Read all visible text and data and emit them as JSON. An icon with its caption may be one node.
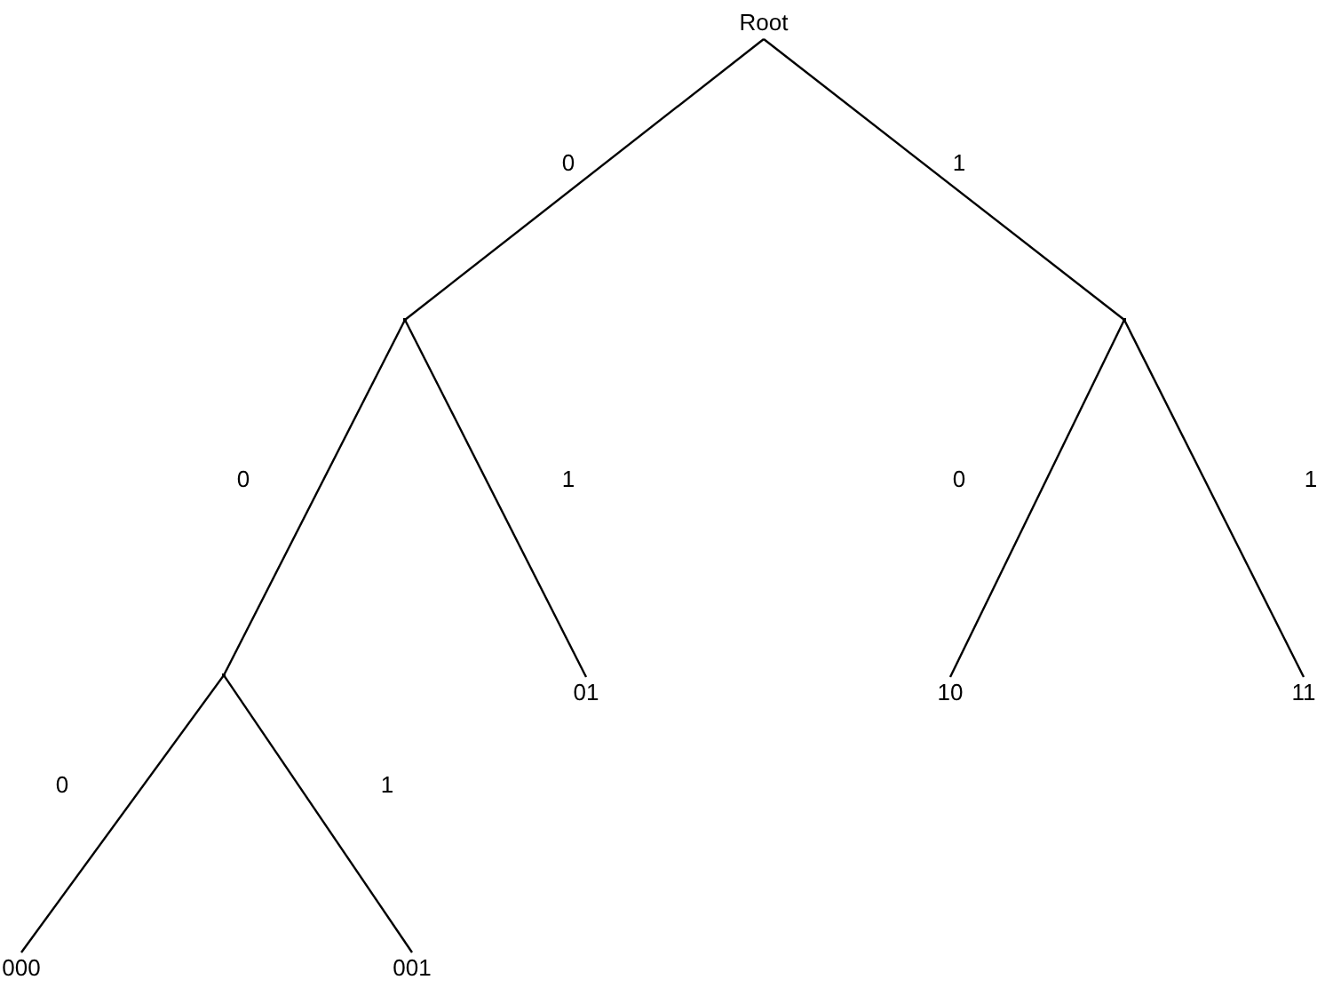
{
  "diagram": {
    "nodes": [
      {
        "text": [
          "Root"
        ]
      },
      {
        "text": [],
        "shape": "point"
      },
      {
        "text": [],
        "shape": "point"
      },
      {
        "text": [],
        "shape": "point"
      },
      {
        "text": [
          "01"
        ]
      },
      {
        "text": [
          "10"
        ]
      },
      {
        "text": [
          "11"
        ]
      },
      {
        "text": [
          "000"
        ]
      },
      {
        "text": [
          "001"
        ]
      }
    ],
    "edges": [
      {
        "from": 0,
        "to": 1,
        "arrow": "none",
        "label": "0"
      },
      {
        "from": 0,
        "to": 2,
        "arrow": "none",
        "label": "1"
      },
      {
        "from": 1,
        "to": 3,
        "arrow": "none",
        "label": "0"
      },
      {
        "from": 1,
        "to": 4,
        "arrow": "none",
        "label": "1"
      },
      {
        "from": 2,
        "to": 5,
        "arrow": "none",
        "label": "0"
      },
      {
        "from": 2,
        "to": 6,
        "arrow": "none",
        "label": "1"
      },
      {
        "from": 3,
        "to": 7,
        "arrow": "none",
        "label": "0"
      },
      {
        "from": 3,
        "to": 8,
        "arrow": "none",
        "label": "1"
      }
    ]
  }
}
